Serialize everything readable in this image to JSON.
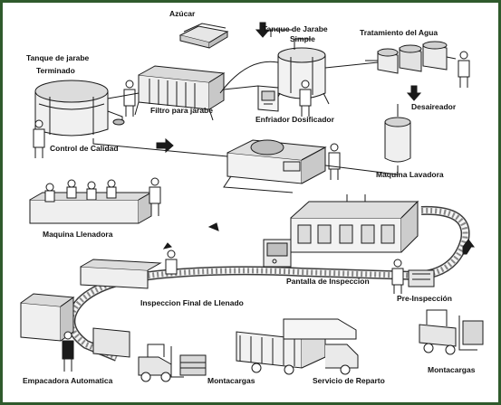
{
  "diagram": {
    "labels": {
      "sugar": "Azúcar",
      "simple_syrup_tank_1": "Tanque de Jarabe",
      "simple_syrup_tank_2": "Simple",
      "water_treatment": "Tratamiento del Agua",
      "finished_syrup_tank_1": "Tanque de jarabe",
      "finished_syrup_tank_2": "Terminado",
      "syrup_filter": "Filtro para jarabe",
      "cooler_dosifier": "Enfriador Dosificador",
      "deaerator": "Desaireador",
      "quality_control": "Control de Calidad",
      "washing_machine": "Maquina Lavadora",
      "filling_machine": "Maquina Llenadora",
      "inspection_screen": "Pantalla de Inspeccion",
      "final_fill_inspection": "Inspeccion Final de Llenado",
      "pre_inspection": "Pre-Inspección",
      "automatic_packer": "Empacadora Automatica",
      "forklift_1": "Montacargas",
      "delivery_service": "Servicio de Reparto",
      "forklift_2": "Montacargas"
    },
    "colors": {
      "frame": "#2f5a2c",
      "canvas": "#ffffff",
      "line": "#1a1a1a",
      "shade": "#9a9a9a",
      "light_shade": "#d6d6d6"
    }
  }
}
